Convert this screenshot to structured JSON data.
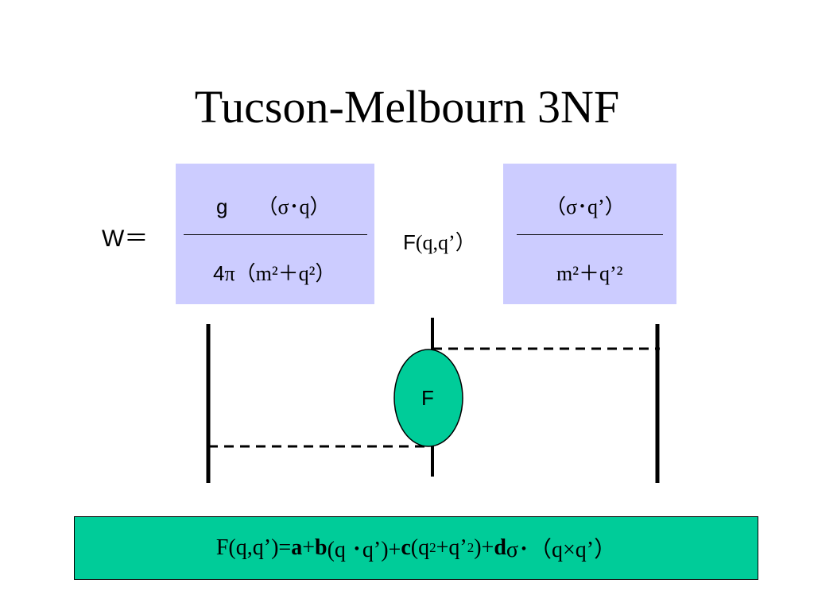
{
  "slide": {
    "title": "Tucson-Melbourn 3NF",
    "w_label": "W＝",
    "term1": {
      "num_g": "g",
      "num_sigma": "（σ･q）",
      "den_4": "4",
      "den_pi": "π（m²＋q²）"
    },
    "f_label": {
      "f": "F",
      "args": "(q,q’）"
    },
    "term2": {
      "num": "（σ･q’）",
      "den": "m²＋q’²"
    },
    "ellipse_label": "F",
    "formula": {
      "p1": "F(q,q’)=",
      "a": "a",
      "p2": " +",
      "b": "b",
      "p3": " (q ･q’)+",
      "c": "c",
      "p4": "(q",
      "sup1": "2",
      "p5": "+q’",
      "sup2": "2",
      "p6": ")+",
      "d": "d",
      "p7": " σ･（q×q’）"
    },
    "colors": {
      "box_fill": "#ccccff",
      "accent_green": "#00cc99"
    }
  }
}
